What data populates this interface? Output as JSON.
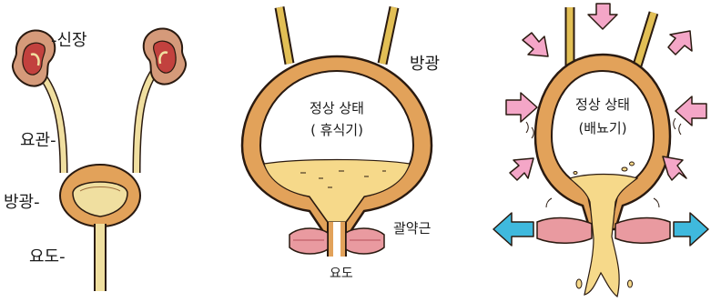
{
  "panel1": {
    "labels": {
      "kidney": "-신장",
      "ureter": "요관-",
      "bladder": "방광-",
      "urethra": "요도-"
    }
  },
  "panel2": {
    "labels": {
      "bladder": "방광",
      "state_line1": "정상 상태",
      "state_line2": "( 휴식기)",
      "sphincter": "괄약근",
      "urethra": "요도"
    }
  },
  "panel3": {
    "labels": {
      "state_line1": "정상 상태",
      "state_line2": "(배뇨기)"
    }
  },
  "colors": {
    "outline": "#2a1a10",
    "bladder_wall": "#e2a25a",
    "urine": "#f6d98a",
    "kidney_outer": "#d59a7a",
    "kidney_inner": "#c2413e",
    "muscle": "#e99aa0",
    "pink_arrow": "#f4a6c7",
    "blue_arrow": "#3fb9dd"
  }
}
